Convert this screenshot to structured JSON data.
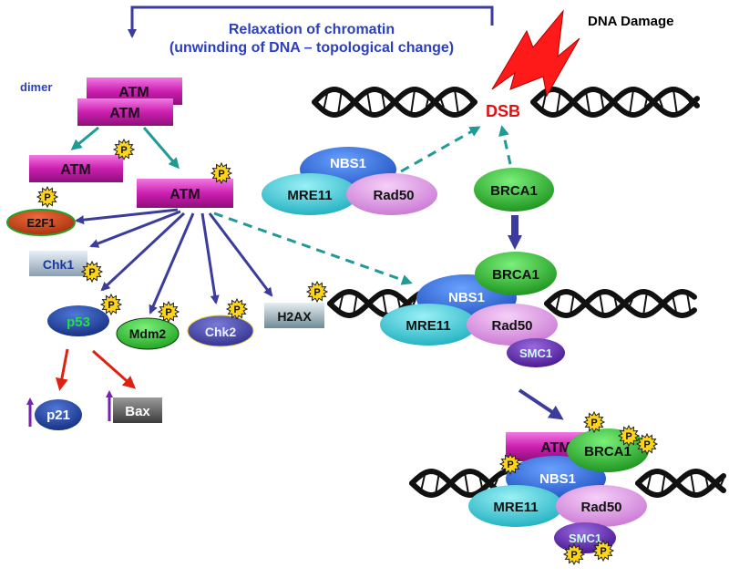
{
  "relaxation": {
    "line1": "Relaxation of chromatin",
    "line2": "(unwinding of DNA – topological change)"
  },
  "damage": {
    "label": "DNA Damage",
    "dsb": "DSB"
  },
  "atm": {
    "dimer_label": "dimer",
    "label": "ATM"
  },
  "phospho": "P",
  "targets": {
    "e2f1": "E2F1",
    "chk1": "Chk1",
    "p53": "p53",
    "mdm2": "Mdm2",
    "chk2": "Chk2",
    "h2ax": "H2AX",
    "p21": "p21",
    "bax": "Bax"
  },
  "complex": {
    "nbs1": "NBS1",
    "mre11": "MRE11",
    "rad50": "Rad50",
    "brca1": "BRCA1",
    "smc1": "SMC1"
  },
  "colors": {
    "atm": "#cc1fb0",
    "arrow_blue": "#3c3c9c",
    "arrow_teal": "#1f9a96",
    "arrow_red": "#e02010",
    "up_arrow": "#7a20b0",
    "dsb": "#e01010",
    "nbs1": "#1f5fd6",
    "mre11": "#27c6d6",
    "rad50": "#d98adf",
    "brca1": "#1fb01f",
    "smc1": "#5b1fa8",
    "p53": "#1a3fa0",
    "mdm2": "#28c028",
    "chk2": "#3c3c9c",
    "e2f1": "#c23a10",
    "chk1": "#9fb2c2",
    "h2ax": "#8fa6b0",
    "bax": "#6a6a6a",
    "badge": "#ffd51a",
    "dimer_text": "#2b3fbf"
  }
}
